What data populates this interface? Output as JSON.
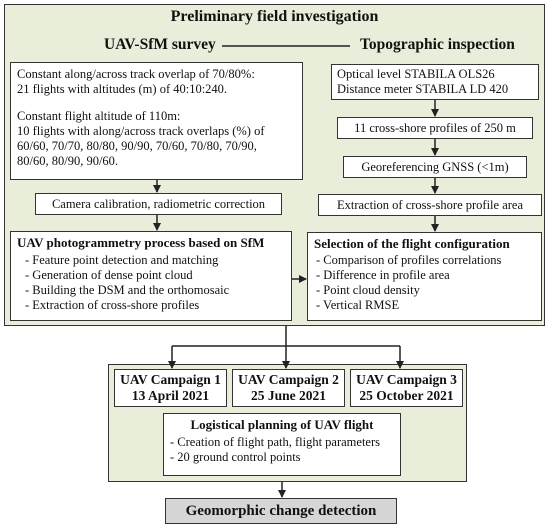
{
  "top_panel": {
    "title": "Preliminary field investigation",
    "left_heading": "UAV-SfM survey",
    "right_heading": "Topographic inspection"
  },
  "uav": {
    "flights_box": {
      "line1": "Constant along/across track overlap of 70/80%:",
      "line2": "21 flights with altitudes (m) of 40:10:240.",
      "line3": "Constant flight altitude of 110m:",
      "line4": "10 flights with along/across track overlaps (%) of",
      "line5": "60/60, 70/70, 80/80, 90/90, 70/60, 70/80, 70/90,",
      "line6": "80/60, 80/90, 90/60."
    },
    "calibration": "Camera calibration, radiometric correction",
    "process_title": "UAV photogrammetry process based on SfM",
    "process_items": [
      "- Feature point detection and matching",
      "- Generation of dense point cloud",
      "- Building the DSM and the orthomosaic",
      "- Extraction of cross-shore profiles"
    ]
  },
  "topo": {
    "instruments_line1": "Optical level STABILA OLS26",
    "instruments_line2": "Distance meter STABILA LD 420",
    "profiles": "11 cross-shore profiles of 250 m",
    "georef": "Georeferencing GNSS (<1m)",
    "extraction": "Extraction of cross-shore profile area",
    "selection_title": "Selection of the flight configuration",
    "selection_items": [
      "- Comparison of profiles correlations",
      "- Difference in profile area",
      "- Point cloud density",
      "- Vertical RMSE"
    ]
  },
  "campaigns": [
    {
      "name": "UAV Campaign 1",
      "date": "13 April 2021"
    },
    {
      "name": "UAV Campaign 2",
      "date": "25 June 2021"
    },
    {
      "name": "UAV Campaign 3",
      "date": "25 October 2021"
    }
  ],
  "logistics": {
    "title": "Logistical planning of UAV flight",
    "items": [
      "- Creation of flight path, flight parameters",
      "- 20 ground control points"
    ]
  },
  "final": "Geomorphic change detection"
}
